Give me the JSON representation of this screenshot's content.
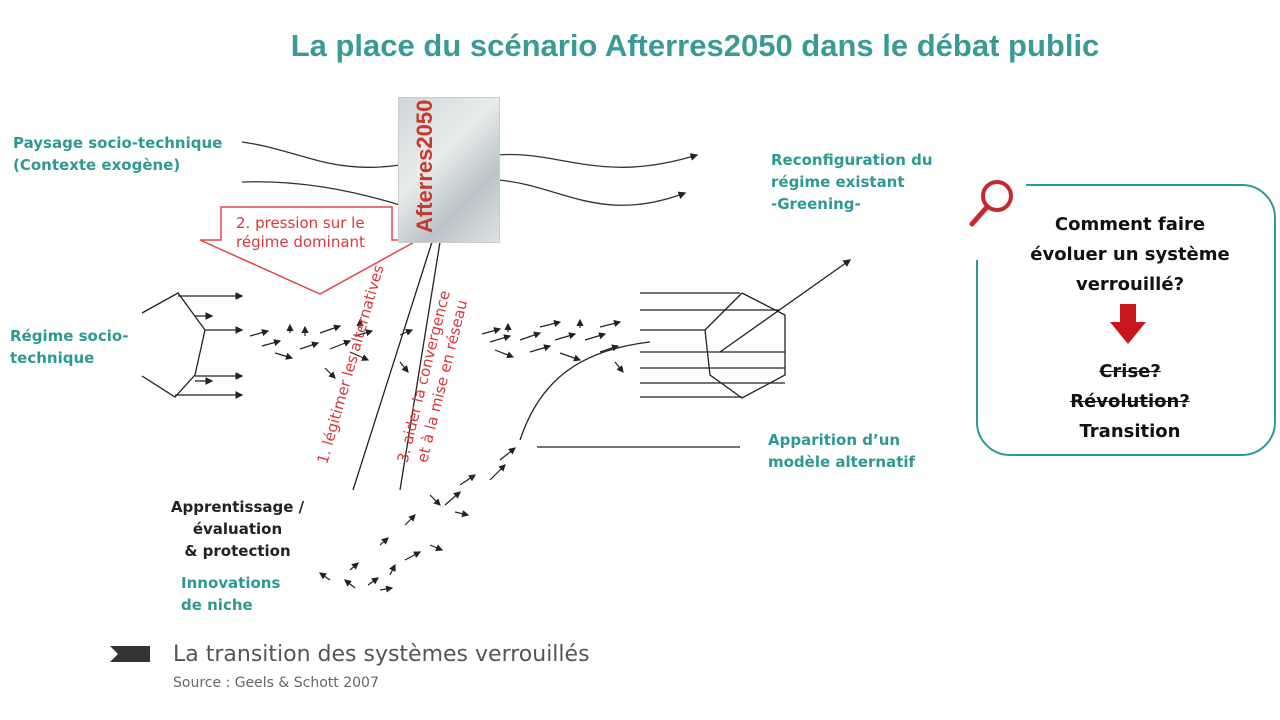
{
  "title": "La place du scénario Afterres2050 dans le débat public",
  "cover": {
    "title": "Afterres2050"
  },
  "labels": {
    "paysage": [
      "Paysage socio-technique",
      "(Contexte exogène)"
    ],
    "regime": [
      "Régime socio-",
      "technique"
    ],
    "apprentissage": [
      "Apprentissage / évaluation",
      "& protection"
    ],
    "innovations": [
      "Innovations",
      "de niche"
    ],
    "reconfiguration": [
      "Reconfiguration du",
      "régime existant",
      "-Greening-"
    ],
    "apparition": [
      "Apparition d’un",
      "modèle alternatif"
    ]
  },
  "actions": {
    "pression": [
      "2. pression sur le",
      "régime dominant"
    ],
    "legitimer": "1. légitimer les alternatives",
    "aider": [
      "3. aider  la convergence",
      "et à la mise en réseau"
    ]
  },
  "question_box": {
    "question": [
      "Comment faire",
      "évoluer un système",
      "verrouillé?"
    ],
    "crise": "Crise?",
    "revolution": "Révolution?",
    "transition": "Transition"
  },
  "caption": "La transition des systèmes verrouillés",
  "source": "Source : Geels & Schott 2007",
  "colors": {
    "teal": "#2e9993",
    "red": "#d9383c",
    "title": "#3a9b96"
  }
}
